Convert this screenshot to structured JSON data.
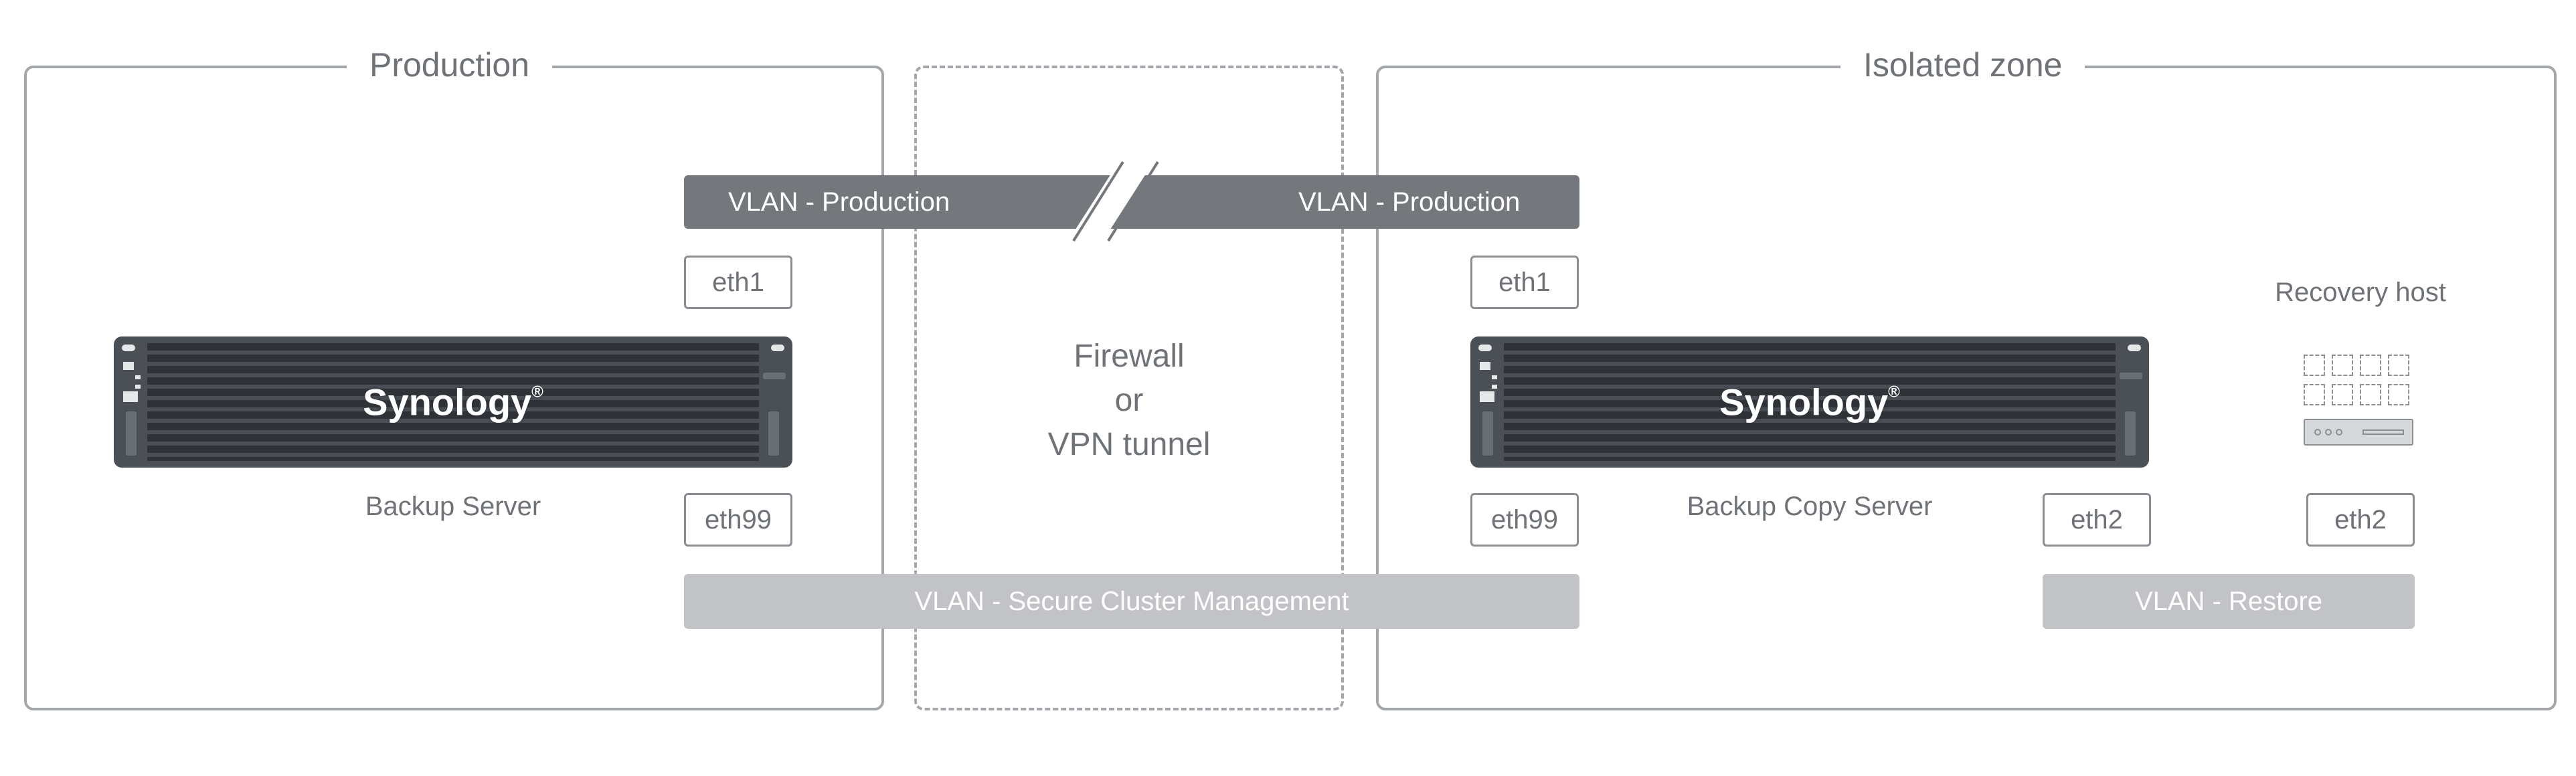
{
  "zones": {
    "production": "Production",
    "isolated": "Isolated zone"
  },
  "firewall": [
    "Firewall",
    "or",
    "VPN tunnel"
  ],
  "vlans": {
    "production_left": "VLAN - Production",
    "production_right": "VLAN - Production",
    "cluster_mgmt": "VLAN - Secure Cluster Management",
    "restore": "VLAN - Restore"
  },
  "ports": {
    "left_eth1": "eth1",
    "left_eth99": "eth99",
    "right_eth1": "eth1",
    "right_eth99": "eth99",
    "right_eth2": "eth2",
    "recovery_eth2": "eth2"
  },
  "servers": {
    "backup": {
      "brand": "Synology",
      "label": "Backup Server"
    },
    "backup_copy": {
      "brand": "Synology",
      "label": "Backup Copy Server"
    }
  },
  "recovery_host": {
    "label": "Recovery host"
  },
  "colors": {
    "border": "#a3a6ab",
    "vlan_production": "#74787d",
    "vlan_secondary": "#c2c3c6",
    "server_body": "#4b5057",
    "text": "#6f7378"
  }
}
